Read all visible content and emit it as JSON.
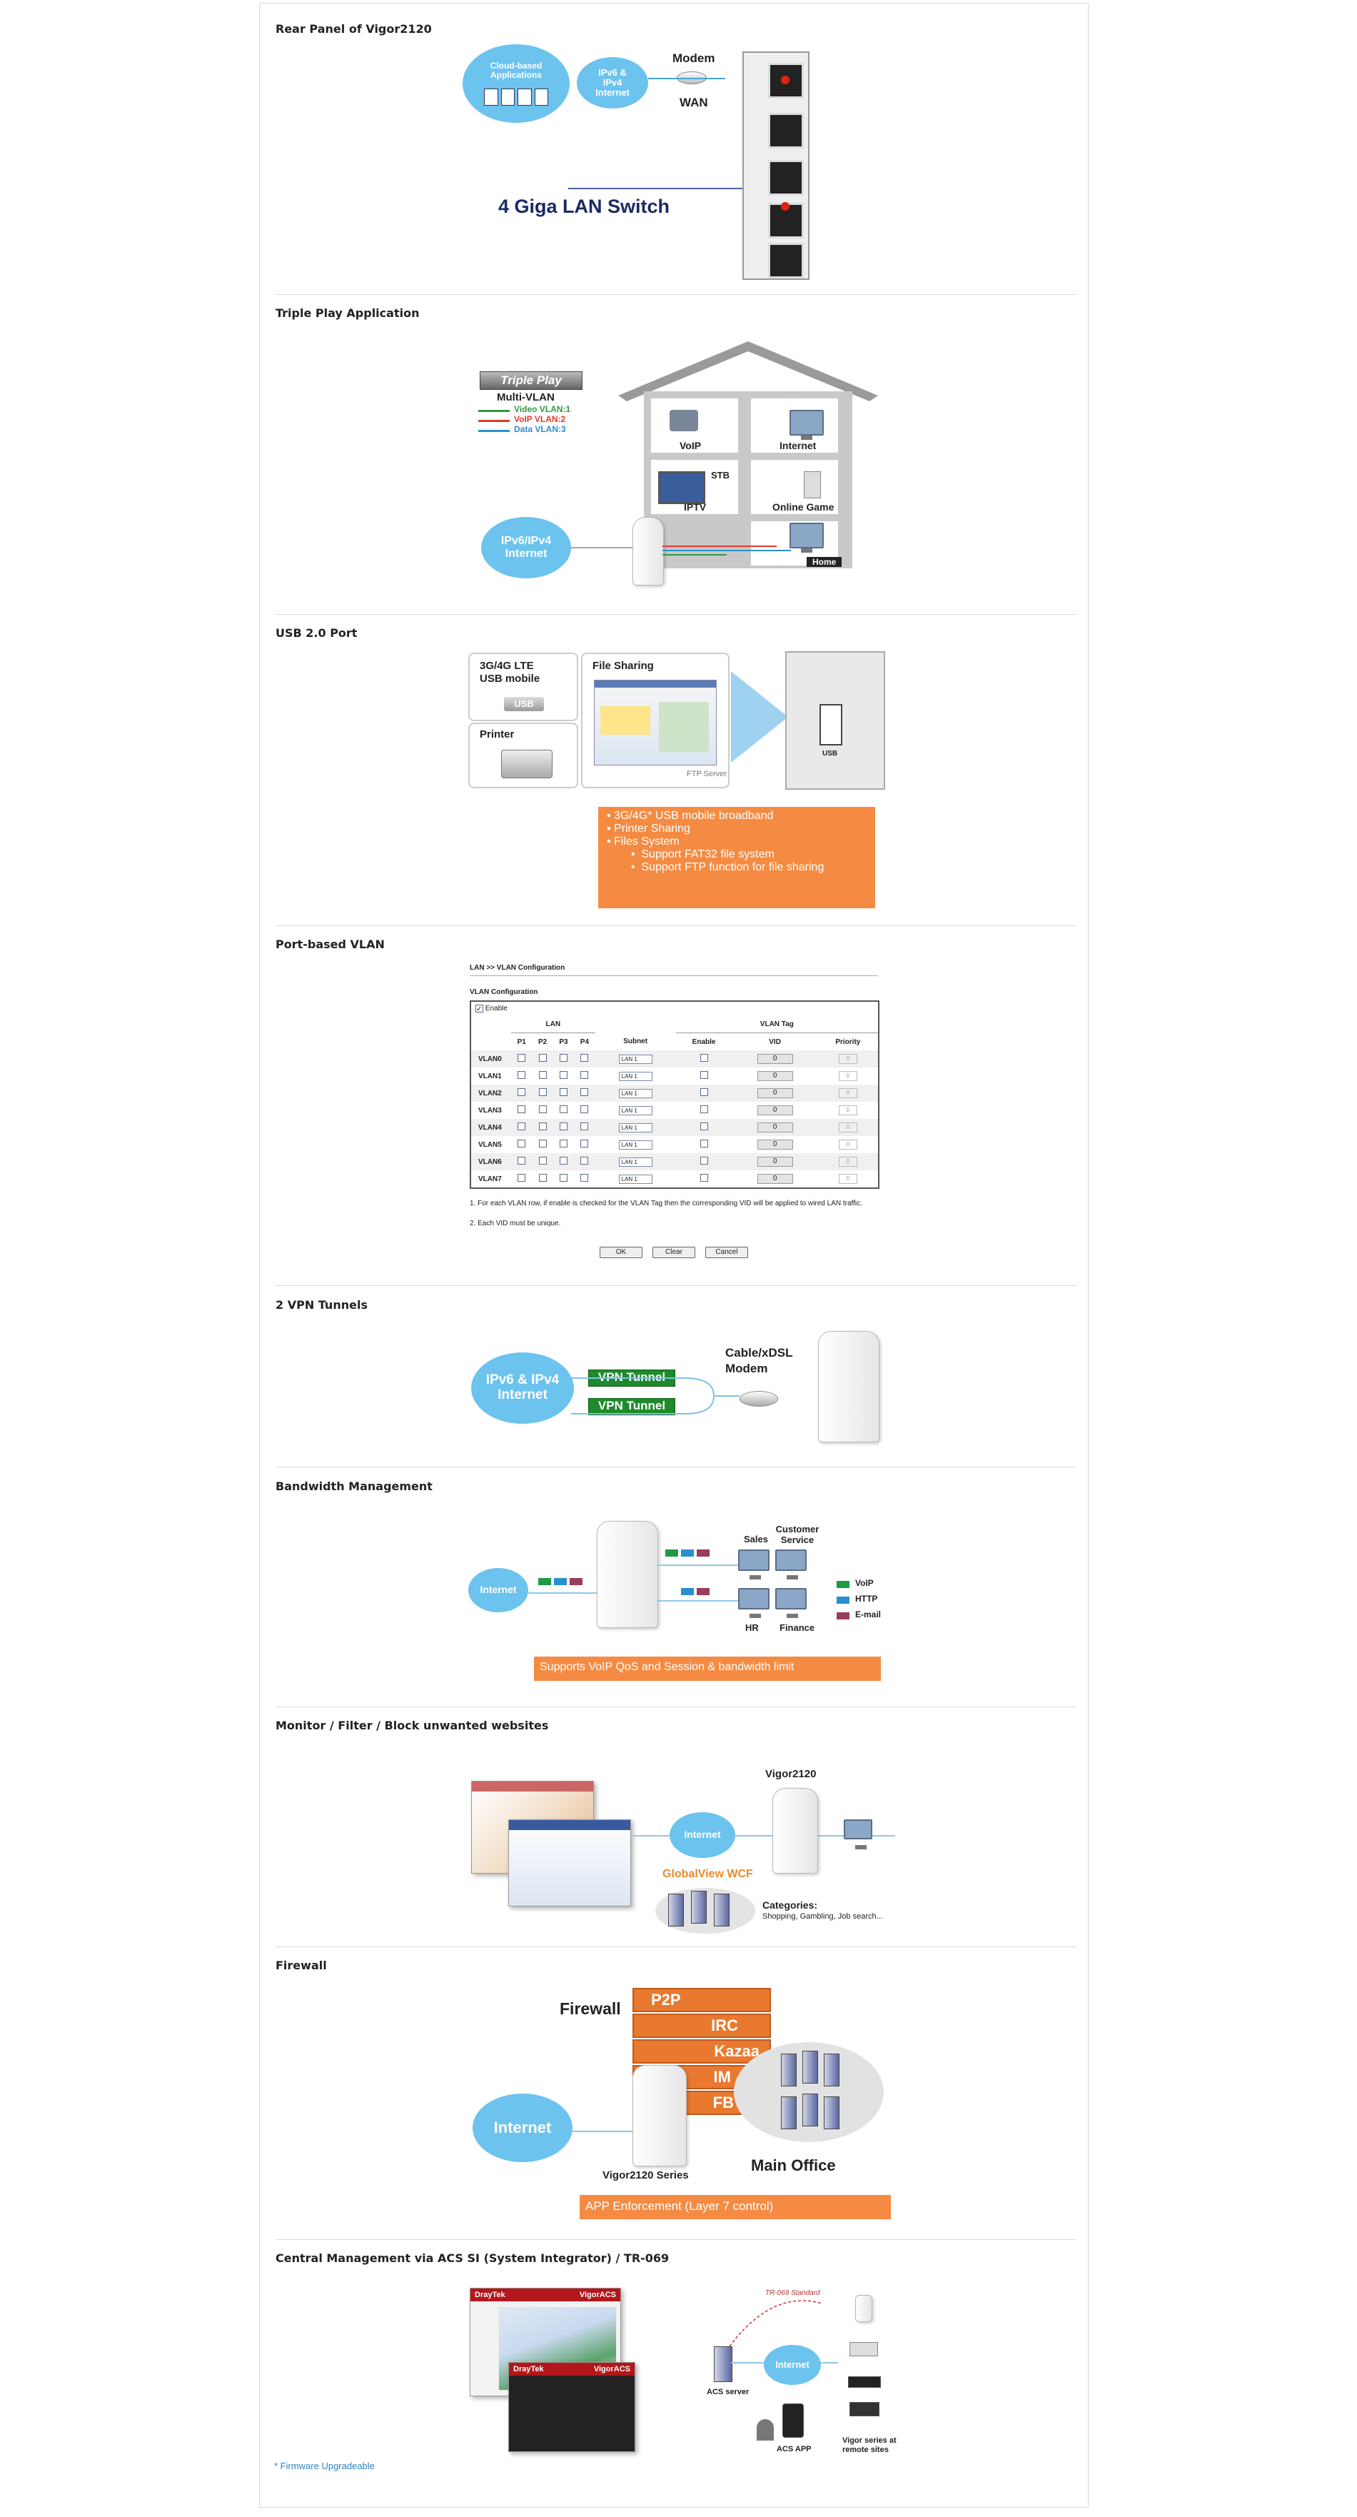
{
  "sections": [
    {
      "title": "Rear Panel of Vigor2120"
    },
    {
      "title": "Triple Play Application"
    },
    {
      "title": "USB 2.0 Port"
    },
    {
      "title": "Port-based VLAN"
    },
    {
      "title": "2 VPN Tunnels"
    },
    {
      "title": "Bandwidth Management"
    },
    {
      "title": "Monitor / Filter / Block unwanted websites"
    },
    {
      "title": "Firewall"
    },
    {
      "title": "Central Management via ACS SI (System Integrator) / TR-069"
    }
  ],
  "rear_panel": {
    "cloud_apps": "Cloud-based Applications",
    "cloud_internet": "IPv6 & IPv4 Internet",
    "modem": "Modem",
    "wan": "WAN",
    "lan_switch": "4 Giga LAN Switch"
  },
  "triple_play": {
    "banner": "Triple Play",
    "multi_vlan": "Multi-VLAN",
    "video_vlan": "Video VLAN:1",
    "voip_vlan": "VoIP VLAN:2",
    "data_vlan": "Data VLAN:3",
    "voip": "VoIP",
    "internet": "Internet",
    "stb": "STB",
    "iptv": "IPTV",
    "online_game": "Online Game",
    "home": "Home",
    "cloud": "IPv6/IPv4 Internet",
    "colors": {
      "video": "#2e9a3e",
      "voip": "#e23a2a",
      "data": "#2a8fd0"
    }
  },
  "usb": {
    "mobile_title": "3G/4G LTE USB mobile",
    "usb_tag": "USB",
    "file_sharing": "File Sharing",
    "ftp_server": "FTP Server",
    "printer": "Printer",
    "port_label": "USB",
    "bullets": [
      "3G/4G* USB mobile broadband",
      "Printer  Sharing",
      "Files System"
    ],
    "sub_bullets": [
      "Support FAT32 file system",
      "Support FTP function for file sharing"
    ]
  },
  "vlan": {
    "breadcrumb": "LAN >> VLAN Configuration",
    "heading": "VLAN Configuration",
    "enable": "Enable",
    "lan_group": "LAN",
    "vlan_tag_group": "VLAN Tag",
    "columns": [
      "P1",
      "P2",
      "P3",
      "P4",
      "Subnet",
      "Enable",
      "VID",
      "Priority"
    ],
    "rows": [
      "VLAN0",
      "VLAN1",
      "VLAN2",
      "VLAN3",
      "VLAN4",
      "VLAN5",
      "VLAN6",
      "VLAN7"
    ],
    "subnet_value": "LAN 1",
    "vid_value": "0",
    "priority_value": "0",
    "note1": "1. For each VLAN row, if enable is checked for the VLAN Tag then the corresponding VID will be applied to wired LAN traffic.",
    "note2": "2. Each VID must be unique.",
    "ok": "OK",
    "clear": "Clear",
    "cancel": "Cancel"
  },
  "vpn": {
    "cloud": "IPv6 & IPv4 Internet",
    "tunnel": "VPN Tunnel",
    "modem": "Cable/xDSL Modem"
  },
  "bandwidth": {
    "cloud": "Internet",
    "sales": "Sales",
    "customer_service": "Customer Service",
    "hr": "HR",
    "finance": "Finance",
    "legend": [
      "VoIP",
      "HTTP",
      "E-mail"
    ],
    "legend_colors": [
      "#1e9a44",
      "#2a8fd0",
      "#9a3c5c"
    ],
    "banner": "Supports VoIP QoS and Session & bandwidth limit"
  },
  "monitor": {
    "vigor": "Vigor2120",
    "cloud": "Internet",
    "wcf": "GlobalView WCF",
    "categories_title": "Categories:",
    "categories": "Shopping, Gambling, Job search..."
  },
  "firewall": {
    "title": "Firewall",
    "bricks": [
      "P2P",
      "IRC",
      "Kazaa",
      "IM",
      "FB"
    ],
    "cloud": "Internet",
    "series": "Vigor2120 Series",
    "office": "Main Office",
    "banner": "APP Enforcement (Layer 7 control)"
  },
  "acs": {
    "draytek": "DrayTek",
    "vigoracs": "VigorACS",
    "tr069": "TR-069 Standard",
    "cloud": "Internet",
    "acs_server": "ACS server",
    "acs_app": "ACS APP",
    "vigor_series": "Vigor series at remote sites"
  },
  "footnote": "* Firmware Upgradeable"
}
